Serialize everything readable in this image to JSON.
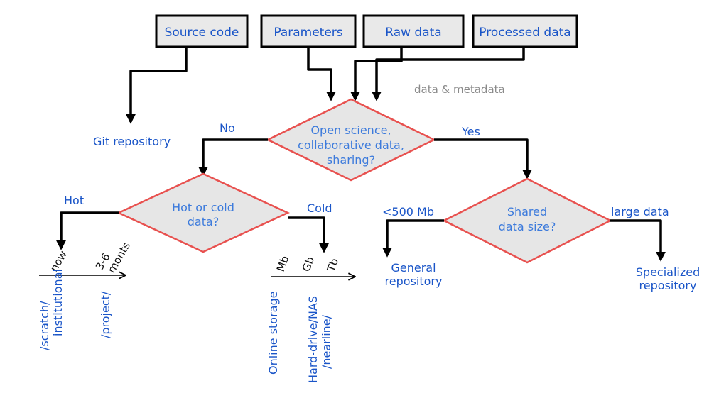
{
  "inputs": {
    "source_code": "Source code",
    "parameters": "Parameters",
    "raw_data": "Raw data",
    "processed_data": "Processed data"
  },
  "annotations": {
    "data_metadata": "data & metadata"
  },
  "outputs": {
    "git_repository": "Git repository",
    "general_repository": [
      "General",
      "repository"
    ],
    "specialized_repository": [
      "Specialized",
      "repository"
    ]
  },
  "decisions": {
    "open_science": [
      "Open science,",
      "collaborative data,",
      "sharing?"
    ],
    "hot_cold": [
      "Hot or cold",
      "data?"
    ],
    "shared_size": [
      "Shared",
      "data size?"
    ]
  },
  "edge_labels": {
    "no": "No",
    "yes": "Yes",
    "hot": "Hot",
    "cold": "Cold",
    "lt500": "<500 Mb",
    "large": "large data"
  },
  "hot_axis": {
    "ticks": [
      "now",
      "3-6",
      "monts"
    ],
    "locations": [
      [
        "/scratch/",
        "institutional"
      ],
      [
        "/project/"
      ]
    ]
  },
  "cold_axis": {
    "ticks": [
      "Mb",
      "Gb",
      "Tb"
    ],
    "locations": [
      [
        "Online storage"
      ],
      [
        "Hard-drive/NAS",
        "/nearline/"
      ]
    ]
  },
  "colors": {
    "box_fill": "#e9e9e9",
    "diamond_stroke": "#e8514f",
    "text_blue": "#1a55c8",
    "diamond_text": "#3d7bdc",
    "annotation_gray": "#8a8a8a"
  }
}
